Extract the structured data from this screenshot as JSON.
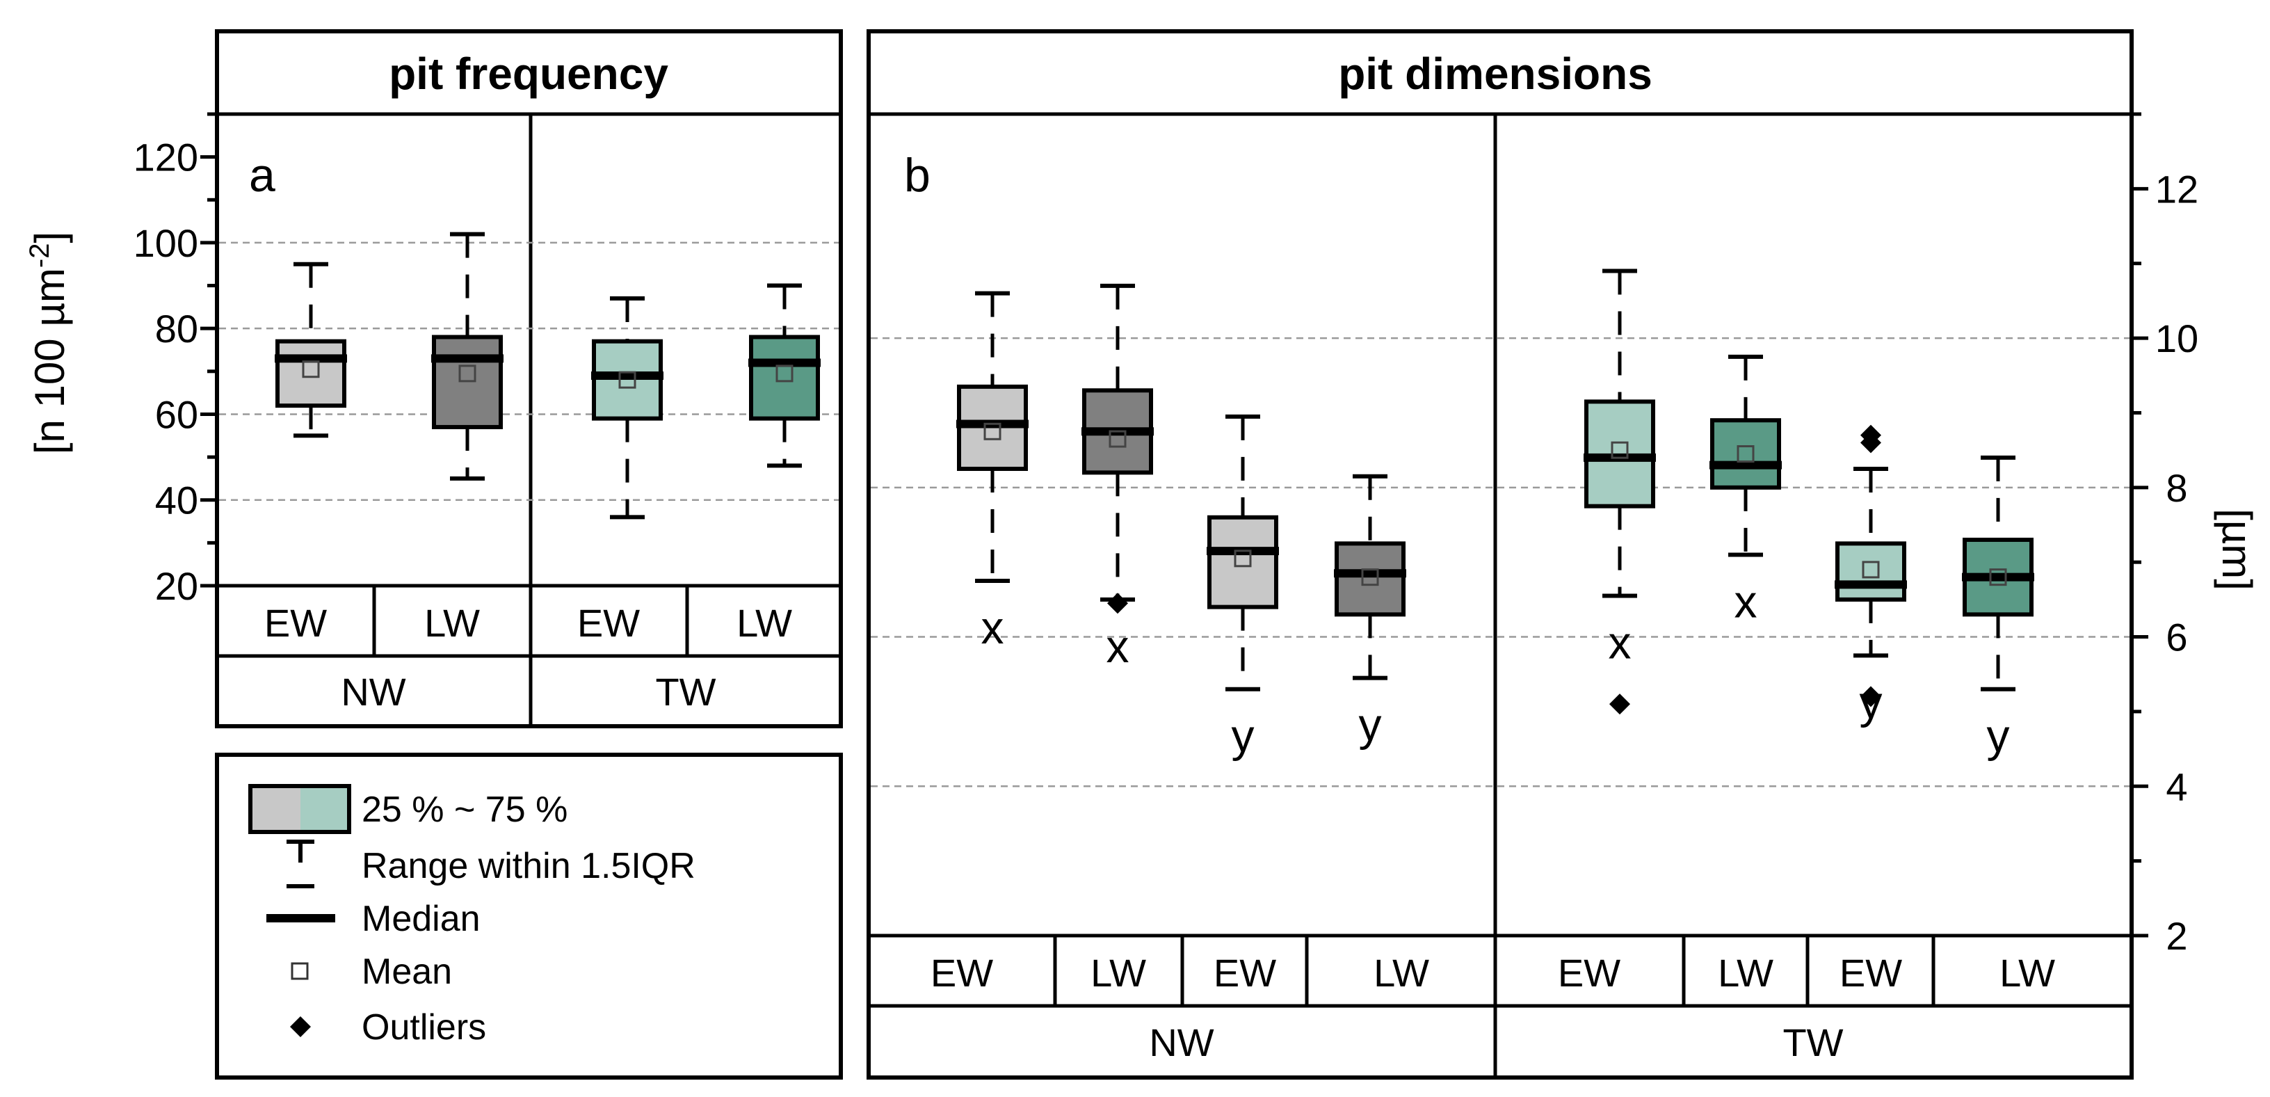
{
  "chart_data": [
    {
      "type": "box",
      "panel_label": "a",
      "title": "pit frequency",
      "ylabel": "[n 100 µm-2]",
      "ylabel_parts": [
        "[n 100 µm",
        "-2",
        "]"
      ],
      "ylim": [
        20,
        130
      ],
      "yticks": [
        20,
        40,
        60,
        80,
        100,
        120
      ],
      "yticklabels": [
        "20",
        "40",
        "60",
        "80",
        "100",
        "120"
      ],
      "gridlines": [
        40,
        60,
        80,
        100
      ],
      "groups": [
        "NW",
        "TW"
      ],
      "categories": [
        "EW",
        "LW",
        "EW",
        "LW"
      ],
      "boxes": [
        {
          "group": "NW",
          "category": "EW",
          "color": "#c8c8c8",
          "whisker_low": 55,
          "q1": 62,
          "median": 73,
          "mean": 70.5,
          "q3": 77,
          "whisker_high": 95,
          "outliers": [],
          "letter": ""
        },
        {
          "group": "NW",
          "category": "LW",
          "color": "#808080",
          "whisker_low": 45,
          "q1": 57,
          "median": 73,
          "mean": 69.5,
          "q3": 78,
          "whisker_high": 102,
          "outliers": [],
          "letter": ""
        },
        {
          "group": "TW",
          "category": "EW",
          "color": "#a6cdc2",
          "whisker_low": 36,
          "q1": 59,
          "median": 69,
          "mean": 68,
          "q3": 77,
          "whisker_high": 87,
          "outliers": [],
          "letter": ""
        },
        {
          "group": "TW",
          "category": "LW",
          "color": "#5a9a86",
          "whisker_low": 48,
          "q1": 59,
          "median": 72,
          "mean": 69.5,
          "q3": 78,
          "whisker_high": 90,
          "outliers": [],
          "letter": ""
        }
      ]
    },
    {
      "type": "box",
      "panel_label": "b",
      "title": "pit dimensions",
      "ylabel": "[µm]",
      "ylim": [
        2,
        13
      ],
      "yticks": [
        2,
        4,
        6,
        8,
        10,
        12
      ],
      "yticklabels": [
        "2",
        "4",
        "6",
        "8",
        "10",
        "12"
      ],
      "gridlines": [
        4,
        6,
        8,
        10
      ],
      "groups": [
        "NW",
        "TW"
      ],
      "categories": [
        "EW",
        "LW",
        "EW",
        "LW",
        "EW",
        "LW",
        "EW",
        "LW"
      ],
      "boxes": [
        {
          "group": "NW",
          "category": "EW",
          "color": "#c8c8c8",
          "whisker_low": 6.75,
          "q1": 8.25,
          "median": 8.85,
          "mean": 8.75,
          "q3": 9.35,
          "whisker_high": 10.6,
          "outliers": [],
          "letter": "x"
        },
        {
          "group": "NW",
          "category": "LW",
          "color": "#808080",
          "whisker_low": 6.5,
          "q1": 8.2,
          "median": 8.75,
          "mean": 8.65,
          "q3": 9.3,
          "whisker_high": 10.7,
          "outliers": [
            6.45
          ],
          "letter": "x"
        },
        {
          "group": "NW",
          "category": "EW",
          "color": "#c8c8c8",
          "whisker_low": 5.3,
          "q1": 6.4,
          "median": 7.15,
          "mean": 7.05,
          "q3": 7.6,
          "whisker_high": 8.95,
          "outliers": [],
          "letter": "y"
        },
        {
          "group": "NW",
          "category": "LW",
          "color": "#808080",
          "whisker_low": 5.45,
          "q1": 6.3,
          "median": 6.85,
          "mean": 6.8,
          "q3": 7.25,
          "whisker_high": 8.15,
          "outliers": [],
          "letter": "y"
        },
        {
          "group": "TW",
          "category": "EW",
          "color": "#a6cdc2",
          "whisker_low": 6.55,
          "q1": 7.75,
          "median": 8.4,
          "mean": 8.5,
          "q3": 9.15,
          "whisker_high": 10.9,
          "outliers": [
            5.1
          ],
          "letter": "x"
        },
        {
          "group": "TW",
          "category": "LW",
          "color": "#5a9a86",
          "whisker_low": 7.1,
          "q1": 8.0,
          "median": 8.3,
          "mean": 8.45,
          "q3": 8.9,
          "whisker_high": 9.75,
          "outliers": [],
          "letter": "x"
        },
        {
          "group": "TW",
          "category": "EW",
          "color": "#a6cdc2",
          "whisker_low": 5.75,
          "q1": 6.5,
          "median": 6.7,
          "mean": 6.9,
          "q3": 7.25,
          "whisker_high": 8.25,
          "outliers": [
            8.6,
            8.7,
            5.2
          ],
          "letter": "y"
        },
        {
          "group": "TW",
          "category": "LW",
          "color": "#5a9a86",
          "whisker_low": 5.3,
          "q1": 6.3,
          "median": 6.8,
          "mean": 6.8,
          "q3": 7.3,
          "whisker_high": 8.4,
          "outliers": [],
          "letter": "y"
        }
      ]
    }
  ],
  "legend": {
    "swatch_colors": [
      "#c8c8c8",
      "#a6cdc2"
    ],
    "items": [
      {
        "symbol": "box",
        "label": "25 % ~ 75 %"
      },
      {
        "symbol": "whisker",
        "label": "Range within 1.5IQR"
      },
      {
        "symbol": "median",
        "label": "Median"
      },
      {
        "symbol": "mean",
        "label": "Mean"
      },
      {
        "symbol": "outlier",
        "label": "Outliers"
      }
    ]
  }
}
